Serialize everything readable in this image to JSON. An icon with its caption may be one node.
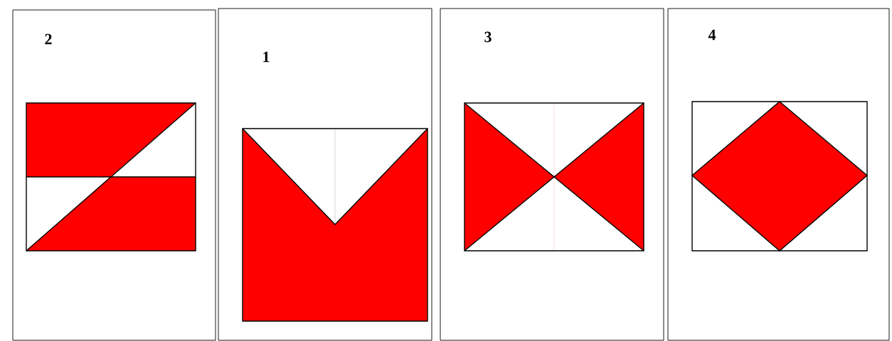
{
  "diagram": {
    "nodes": [
      {
        "text": [
          "2"
        ]
      },
      {
        "text": [
          "1"
        ]
      },
      {
        "text": [
          "3"
        ]
      },
      {
        "text": [
          "4"
        ]
      }
    ]
  }
}
